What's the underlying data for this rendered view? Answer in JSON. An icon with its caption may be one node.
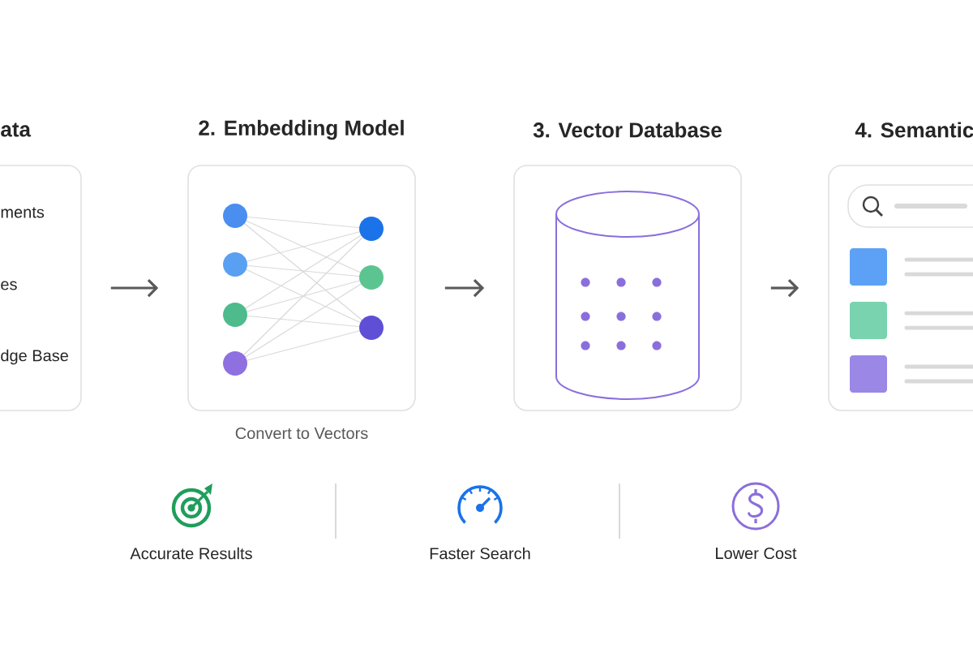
{
  "diagram": {
    "nodes": [
      {
        "text": [
          "ata",
          "ments",
          "es",
          "dge Base"
        ]
      },
      {
        "text": [
          "2. Embedding Model"
        ],
        "beside": [
          "Convert to Vectors"
        ]
      },
      {
        "text": [
          "3. Vector Database"
        ]
      },
      {
        "text": [
          "4. Semantic"
        ]
      }
    ],
    "edges": [
      {
        "from": 0,
        "to": 1,
        "arrow": "to"
      },
      {
        "from": 1,
        "to": 2,
        "arrow": "to"
      },
      {
        "from": 2,
        "to": 3,
        "arrow": "to"
      }
    ],
    "labels": [
      "Accurate Results",
      "Faster Search",
      "Lower Cost"
    ]
  }
}
